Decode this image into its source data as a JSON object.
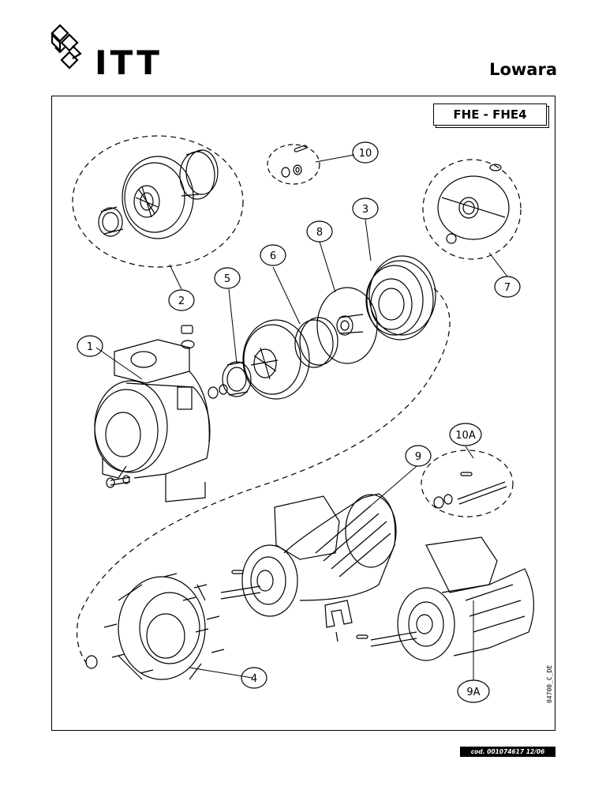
{
  "header": {
    "logo_text": "ITT",
    "brand": "Lowara"
  },
  "model_label": "FHE - FHE4",
  "callouts": [
    "1",
    "2",
    "3",
    "4",
    "5",
    "6",
    "7",
    "8",
    "9",
    "9A",
    "10",
    "10A"
  ],
  "drawing_code": "04700_C_DE",
  "footer_code": "cod. 001074617   12/06"
}
